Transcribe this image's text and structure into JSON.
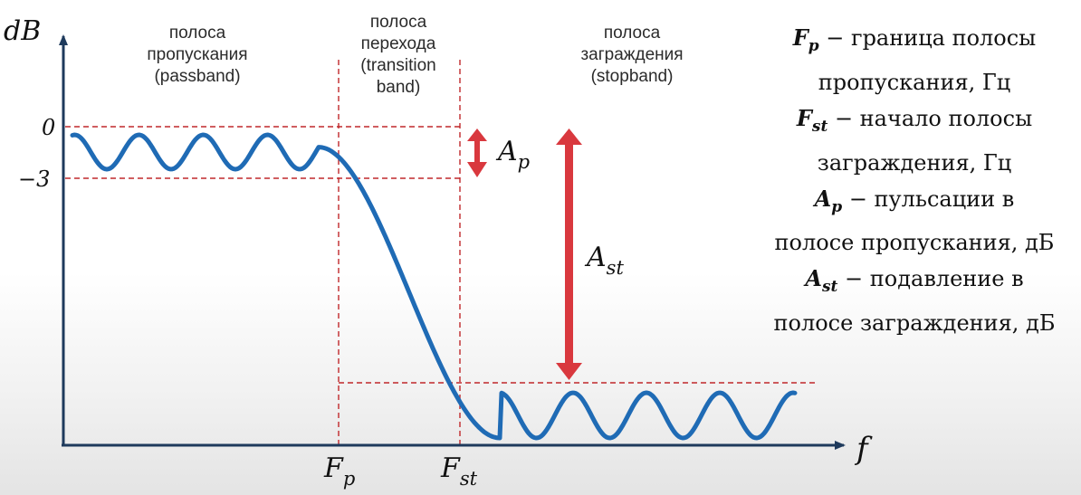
{
  "axes": {
    "y_label": "dB",
    "x_label": "f",
    "ticks": [
      "0",
      "−3"
    ]
  },
  "bands": [
    {
      "label": "полоса\nпропускания\n(passband)"
    },
    {
      "label": "полоса\nперехода\n(transition\nband)"
    },
    {
      "label": "полоса\nзаграждения\n(stopband)"
    }
  ],
  "markers": {
    "fp": {
      "base": "F",
      "sub": "p"
    },
    "fst": {
      "base": "F",
      "sub": "st"
    },
    "ap": {
      "base": "A",
      "sub": "p"
    },
    "ast": {
      "base": "A",
      "sub": "st"
    }
  },
  "legend": [
    {
      "base": "F",
      "sub": "p",
      "text": " − граница полосы\nпропускания, Гц"
    },
    {
      "base": "F",
      "sub": "st",
      "text": " − начало полосы\nзаграждения, Гц"
    },
    {
      "base": "A",
      "sub": "p",
      "text": " − пульсации в\nполосе пропускания, дБ"
    },
    {
      "base": "A",
      "sub": "st",
      "text": " − подавление в\nполосе заграждения, дБ"
    }
  ],
  "colors": {
    "curve": "#1f6bb5",
    "guides": "#c0282b",
    "arrows": "#d9383e",
    "axes": "#1e3a5c"
  }
}
